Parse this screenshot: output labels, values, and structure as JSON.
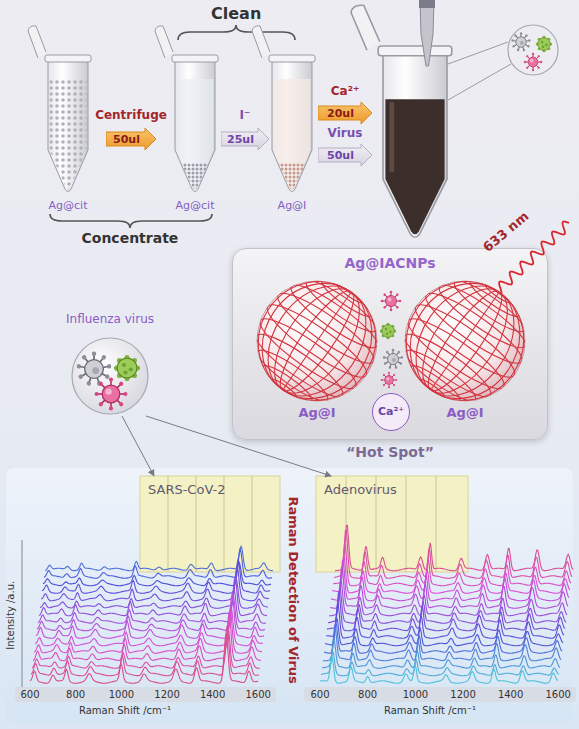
{
  "diagram": {
    "nodes": [
      {
        "text": [
          "Ag@cit"
        ]
      },
      {
        "text": [
          "Centrifuge",
          "50ul"
        ]
      },
      {
        "text": [
          "Ag@cit"
        ]
      },
      {
        "text": [
          "I⁻",
          "25ul"
        ]
      },
      {
        "text": [
          "Ag@I"
        ]
      },
      {
        "text": [
          "Ca²⁺",
          "20ul"
        ]
      },
      {
        "text": [
          "Virus",
          "50ul"
        ]
      },
      {
        "text": [
          "Ag@IACNPs",
          "“Hot Spot”"
        ]
      },
      {
        "text": [
          "Ag@I"
        ],
        "in": 7
      },
      {
        "text": [
          "Ca²⁺"
        ],
        "in": 7
      },
      {
        "text": [
          "Ag@I"
        ],
        "in": 7
      },
      {
        "text": [
          "Influenza virus"
        ]
      },
      {
        "text": [
          "SARS-CoV-2"
        ]
      },
      {
        "text": [
          "Adenovirus"
        ]
      }
    ],
    "edges": [
      {
        "from": 11,
        "to": 12,
        "arrow": "to"
      },
      {
        "from": 11,
        "to": 13,
        "arrow": "to"
      }
    ],
    "labels": [
      "Clean",
      "Concentrate",
      "633 nm",
      "Raman Detection of Virus",
      "Intensity /a.u.",
      "600",
      "800",
      "1000",
      "1200",
      "1400",
      "1600",
      "Raman Shift /cm⁻¹",
      "600",
      "800",
      "1000",
      "1200",
      "1400",
      "1600",
      "Raman Shift /cm⁻¹"
    ]
  }
}
